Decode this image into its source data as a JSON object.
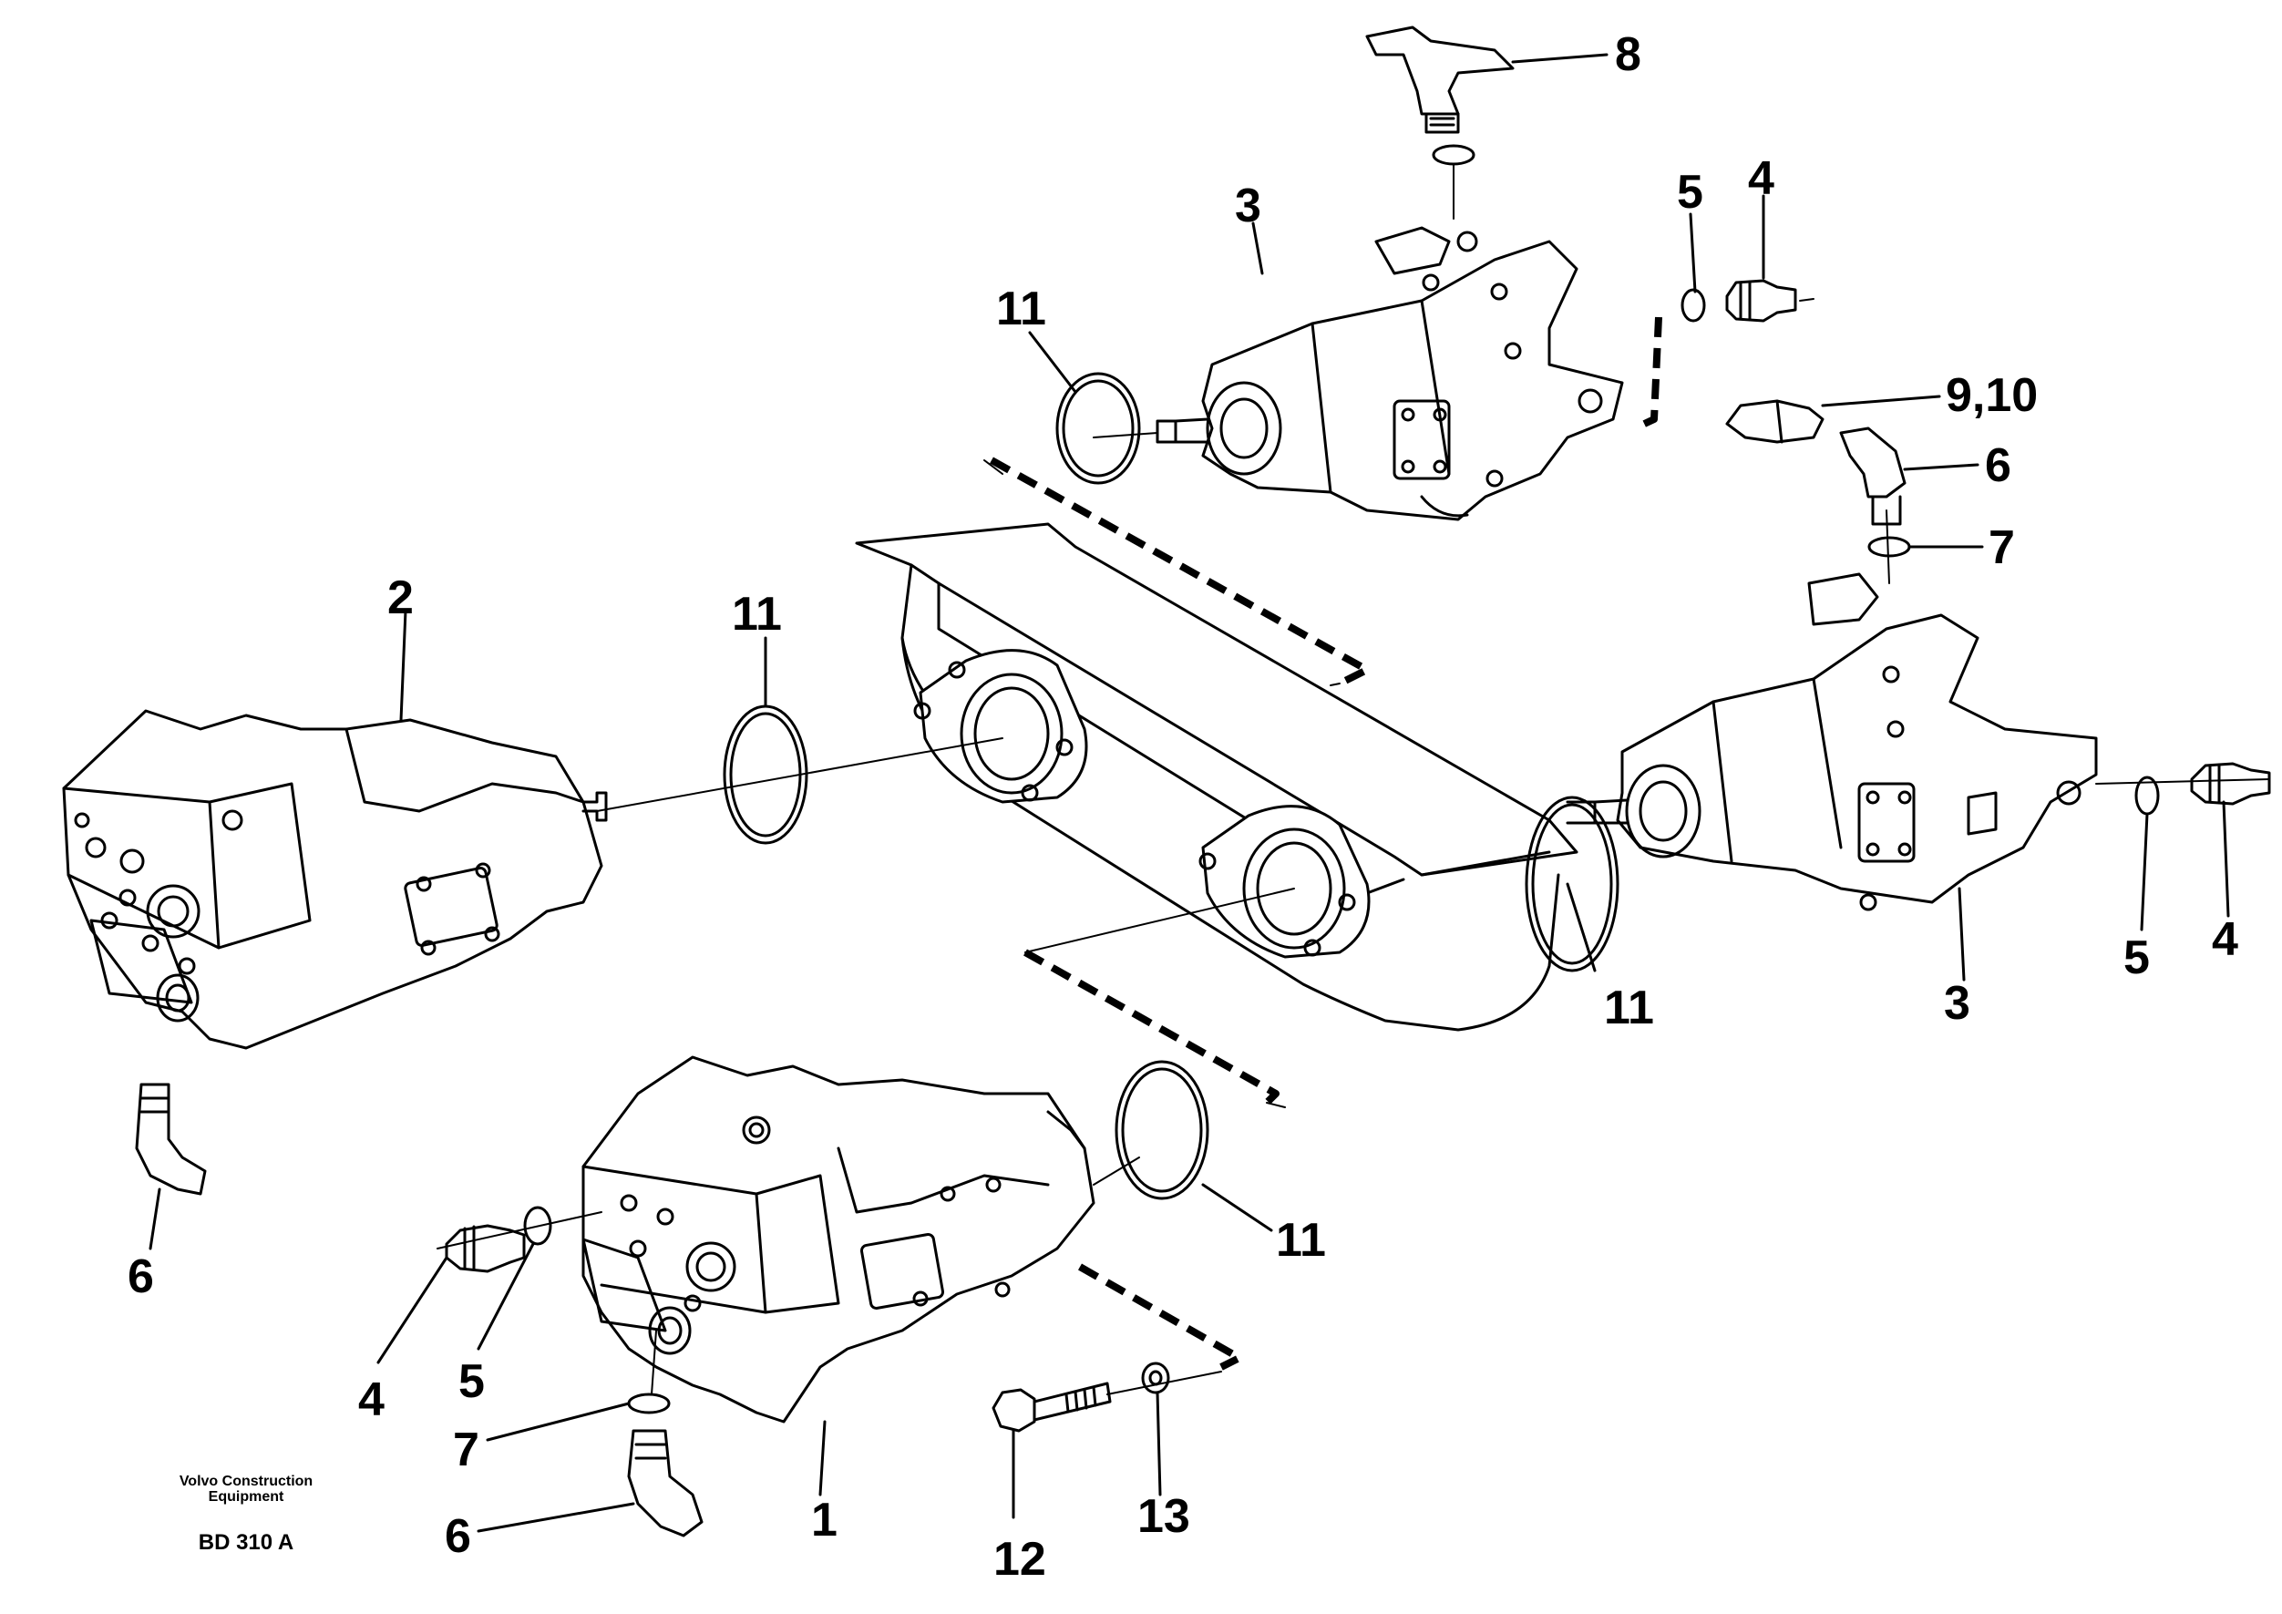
{
  "callouts": {
    "c1": "1",
    "c2": "2",
    "c3a": "3",
    "c3b": "3",
    "c4a": "4",
    "c4b": "4",
    "c4c": "4",
    "c5a": "5",
    "c5b": "5",
    "c5c": "5",
    "c6a": "6",
    "c6b": "6",
    "c6c": "6",
    "c7a": "7",
    "c7b": "7",
    "c8": "8",
    "c910": "9,10",
    "c11a": "11",
    "c11b": "11",
    "c11c": "11",
    "c11d": "11",
    "c12": "12",
    "c13": "13"
  },
  "footer": {
    "maker_line1": "Volvo Construction",
    "maker_line2": "Equipment",
    "drawing_code": "BD 310 A"
  }
}
